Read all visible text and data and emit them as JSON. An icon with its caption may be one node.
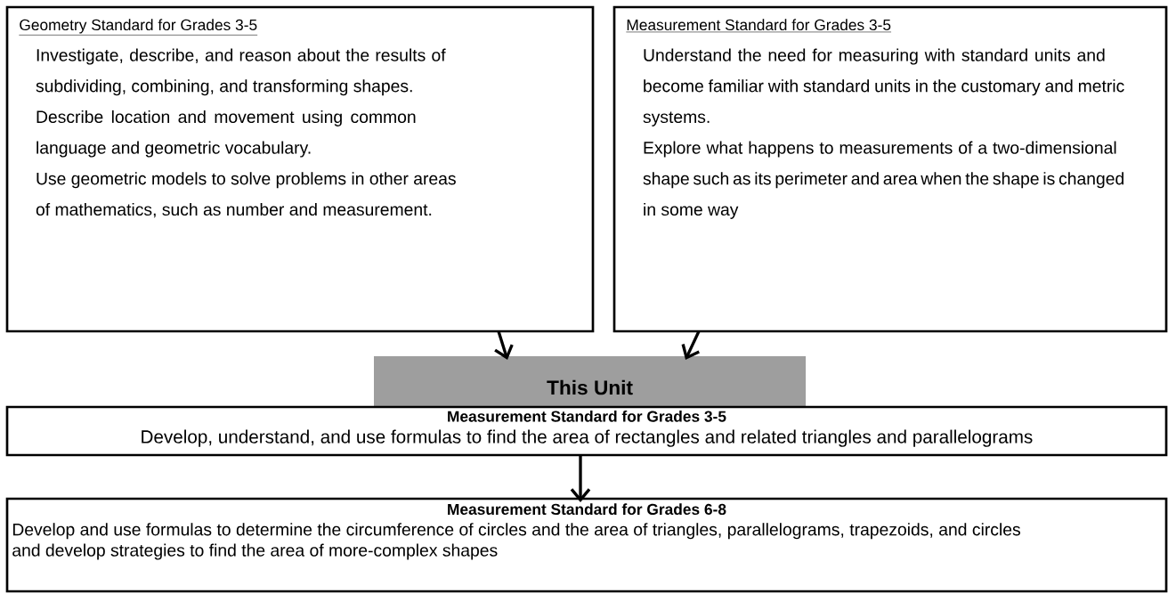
{
  "diagram": {
    "nodes": [
      {
        "text": [
          "Geometry Standard for Grades 3-5",
          "Investigate, describe, and reason about the results of subdividing, combining, and transforming shapes.",
          "Describe location and movement using common language and geometric vocabulary.",
          "Use geometric models to solve problems in other areas of mathematics, such as number and measurement."
        ]
      },
      {
        "text": [
          "Measurement Standard for Grades 3-5",
          "Understand the need for measuring with standard units and become familiar with standard units in the customary and metric systems.",
          "Explore what happens to measurements of a two-dimensional shape such as its perimeter and area when the shape is changed in some way"
        ]
      },
      {
        "text": [
          "This Unit"
        ]
      },
      {
        "text": [
          "Measurement Standard for Grades 3-5",
          "Develop, understand, and use formulas to find the area of rectangles and related triangles and parallelograms"
        ]
      },
      {
        "text": [
          "Measurement Standard for Grades 6-8",
          "Develop and use formulas to determine the circumference of circles and the area of triangles, parallelograms, trapezoids, and circles and develop strategies to find the area of more-complex shapes"
        ]
      }
    ],
    "edges": [
      {
        "from": 0,
        "to": 2,
        "arrow": "to"
      },
      {
        "from": 1,
        "to": 2,
        "arrow": "to"
      },
      {
        "from": 3,
        "to": 4,
        "arrow": "to"
      }
    ]
  }
}
